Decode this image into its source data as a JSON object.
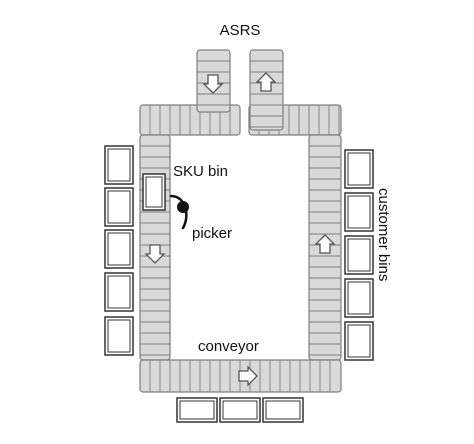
{
  "labels": {
    "asrs": "ASRS",
    "sku_bin": "SKU bin",
    "picker": "picker",
    "conveyor": "conveyor",
    "customer_bins": "customer bins"
  },
  "colors": {
    "conveyor_fill": "#d9d9d9",
    "conveyor_stroke": "#7f7f7f",
    "bin_stroke": "#333333",
    "bin_fill": "#ffffff",
    "picker": "#111111"
  },
  "icons": {
    "arrow": "block-arrow-icon",
    "picker": "picker-icon"
  }
}
